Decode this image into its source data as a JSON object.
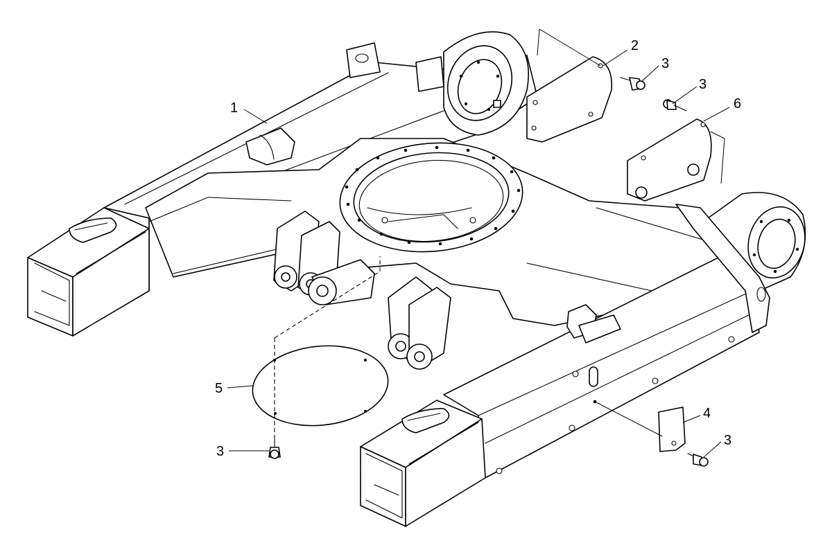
{
  "callouts": {
    "c1": "1",
    "c2": "2",
    "c3_top_bolt": "3",
    "c3_upper_right_bolt": "3",
    "c4": "4",
    "c3_lower_right_bolt": "3",
    "c5": "5",
    "c3_bottom_left_bolt": "3",
    "c6": "6"
  },
  "style": {
    "line_color": "#000000",
    "background": "#ffffff"
  }
}
